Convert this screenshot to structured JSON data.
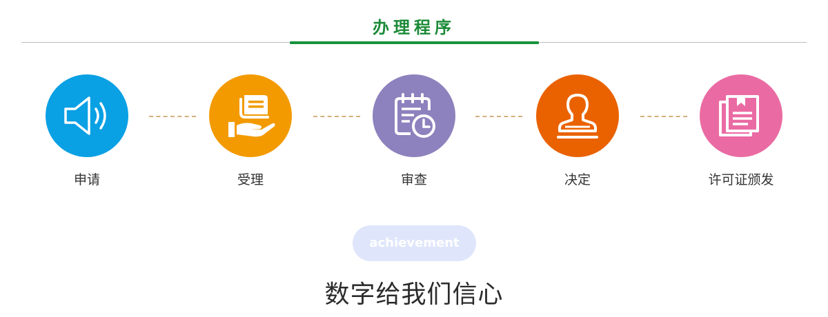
{
  "section": {
    "title": "办理程序"
  },
  "steps": [
    {
      "label": "申请",
      "icon": "speaker-icon",
      "color": "#0aa0e4"
    },
    {
      "label": "受理",
      "icon": "hand-document-icon",
      "color": "#f39a00"
    },
    {
      "label": "审查",
      "icon": "calendar-clock-icon",
      "color": "#8d82bd"
    },
    {
      "label": "决定",
      "icon": "stamp-icon",
      "color": "#ea6200"
    },
    {
      "label": "许可证颁发",
      "icon": "certificate-icon",
      "color": "#ea6ba3"
    }
  ],
  "achievement": {
    "badge": "achievement",
    "headline": "数字给我们信心"
  },
  "colors": {
    "title_green": "#1b8a37",
    "accent_bar": "#16923c",
    "connector": "#d3b07c",
    "badge_bg": "#dfe6fb"
  }
}
